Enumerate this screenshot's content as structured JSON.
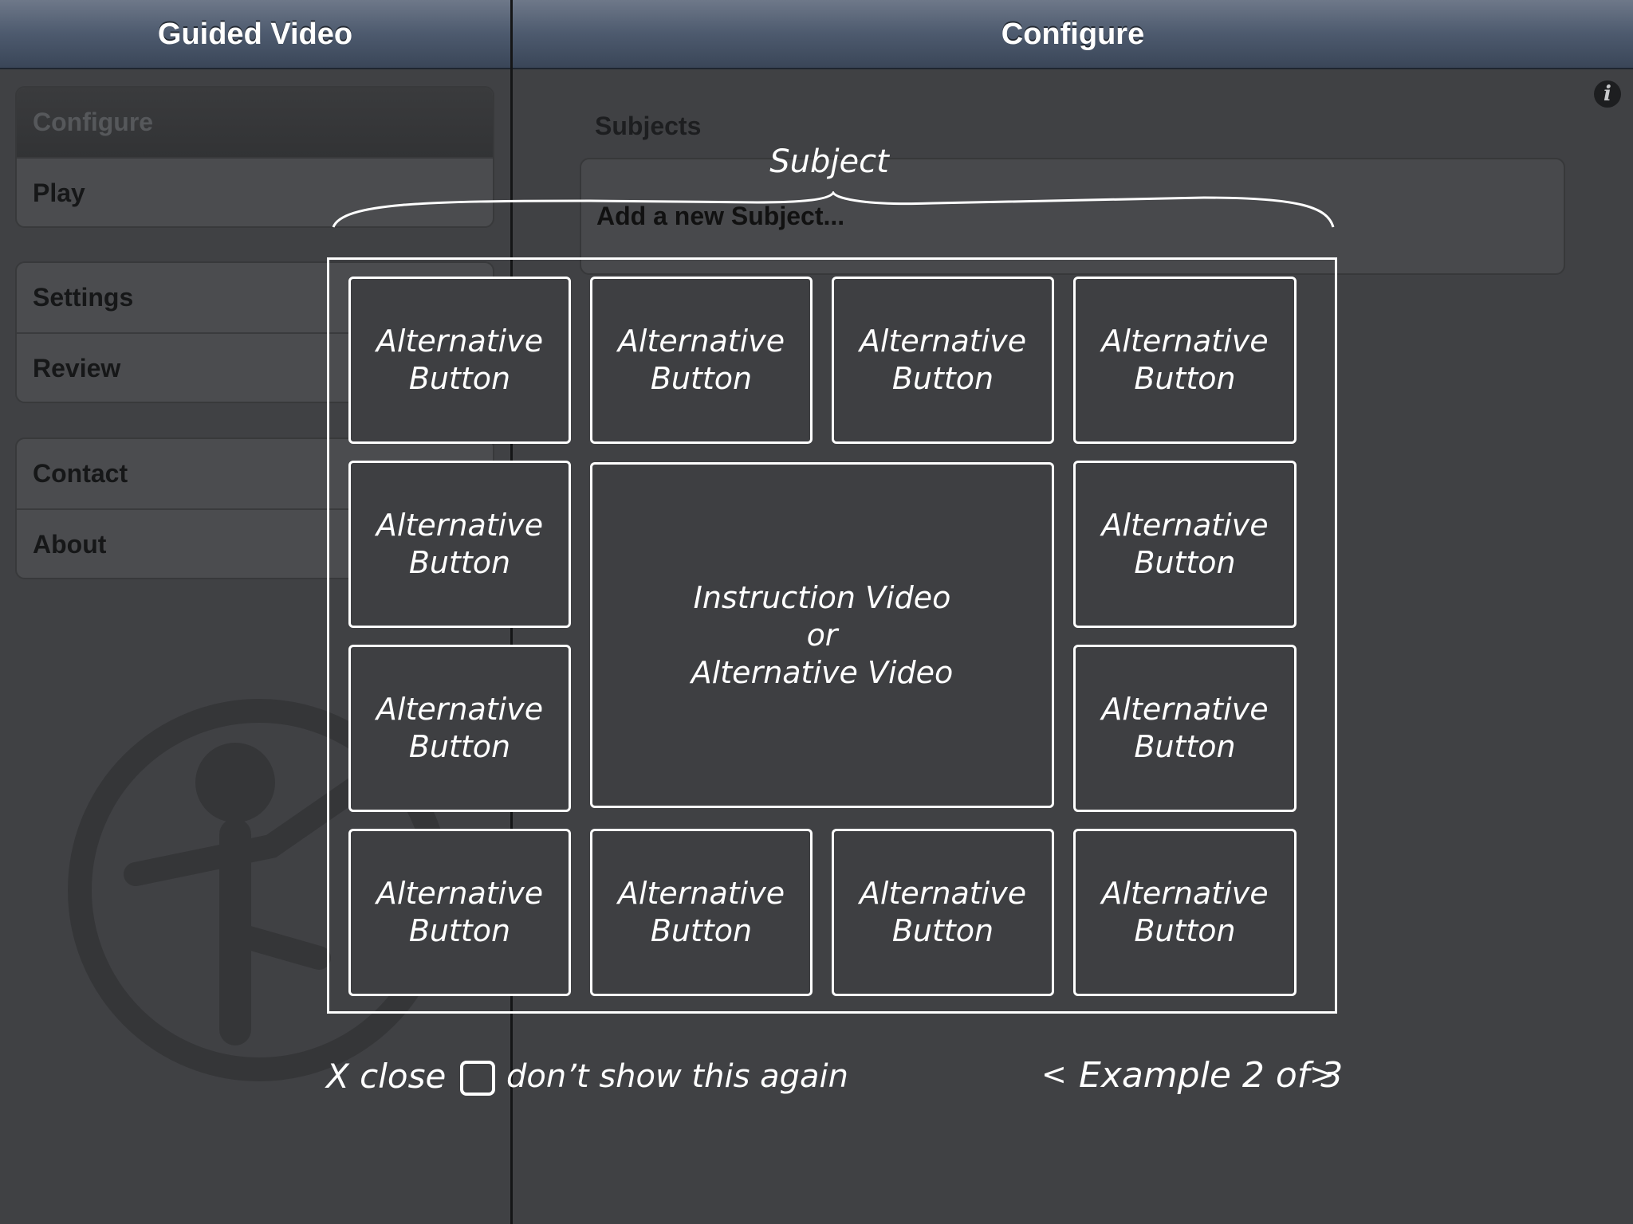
{
  "master": {
    "title": "Guided Video",
    "groups": [
      [
        {
          "label": "Configure",
          "selected": true
        },
        {
          "label": "Play"
        }
      ],
      [
        {
          "label": "Settings"
        },
        {
          "label": "Review"
        }
      ],
      [
        {
          "label": "Contact"
        },
        {
          "label": "About"
        }
      ]
    ]
  },
  "detail": {
    "title": "Configure",
    "info_icon": "info-icon",
    "subjects_header": "Subjects",
    "add_subject": "Add a new Subject..."
  },
  "overlay": {
    "subject_label": "Subject",
    "alt_button_label": "Alternative\nButton",
    "alt_button_count": 12,
    "video": {
      "line1": "Instruction Video",
      "line2": "or",
      "line3": "Alternative Video"
    },
    "close_label": "X close",
    "dont_show_label": "don’t show this again",
    "dont_show_checked": false,
    "prev_label": "<",
    "example_label": "Example 2 of 3",
    "next_label": ">"
  },
  "colors": {
    "background": "#404144",
    "navbar": "#4d5a6e",
    "sketch": "#ffffff"
  }
}
